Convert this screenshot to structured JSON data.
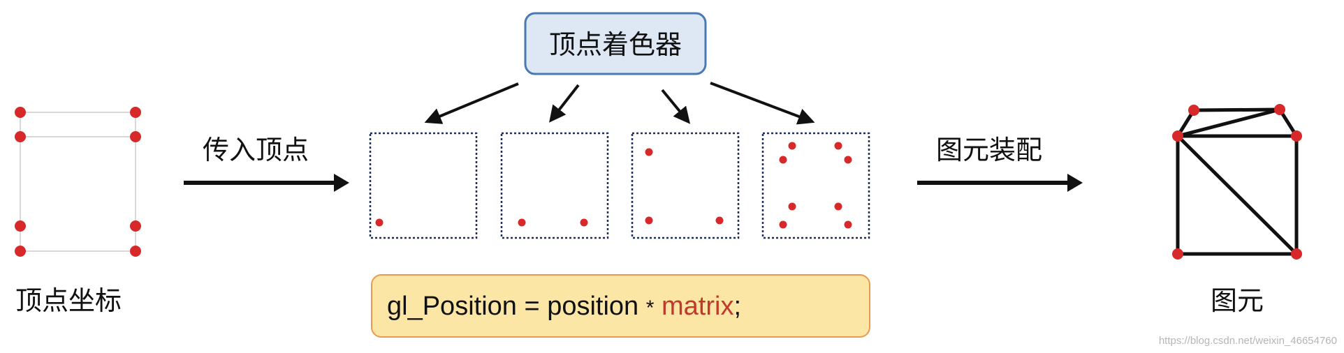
{
  "shader_label": "顶点着色器",
  "pass_vertices_label": "传入顶点",
  "vertex_coords_label": "顶点坐标",
  "primitive_assembly_label": "图元装配",
  "primitive_label": "图元",
  "code": {
    "part1": "gl_Position = position ",
    "op": "*",
    "part2": " ",
    "highlight": "matrix",
    "end": ";"
  },
  "watermark": "https://blog.csdn.net/weixin_46654760",
  "colors": {
    "dot": "#d7282a",
    "shader_fill": "#dde8f4",
    "shader_border": "#4a78b2",
    "code_fill": "#fbe6a6",
    "code_border": "#e89a4f",
    "highlight": "#c0392b",
    "box_border": "#1f2d5a"
  }
}
